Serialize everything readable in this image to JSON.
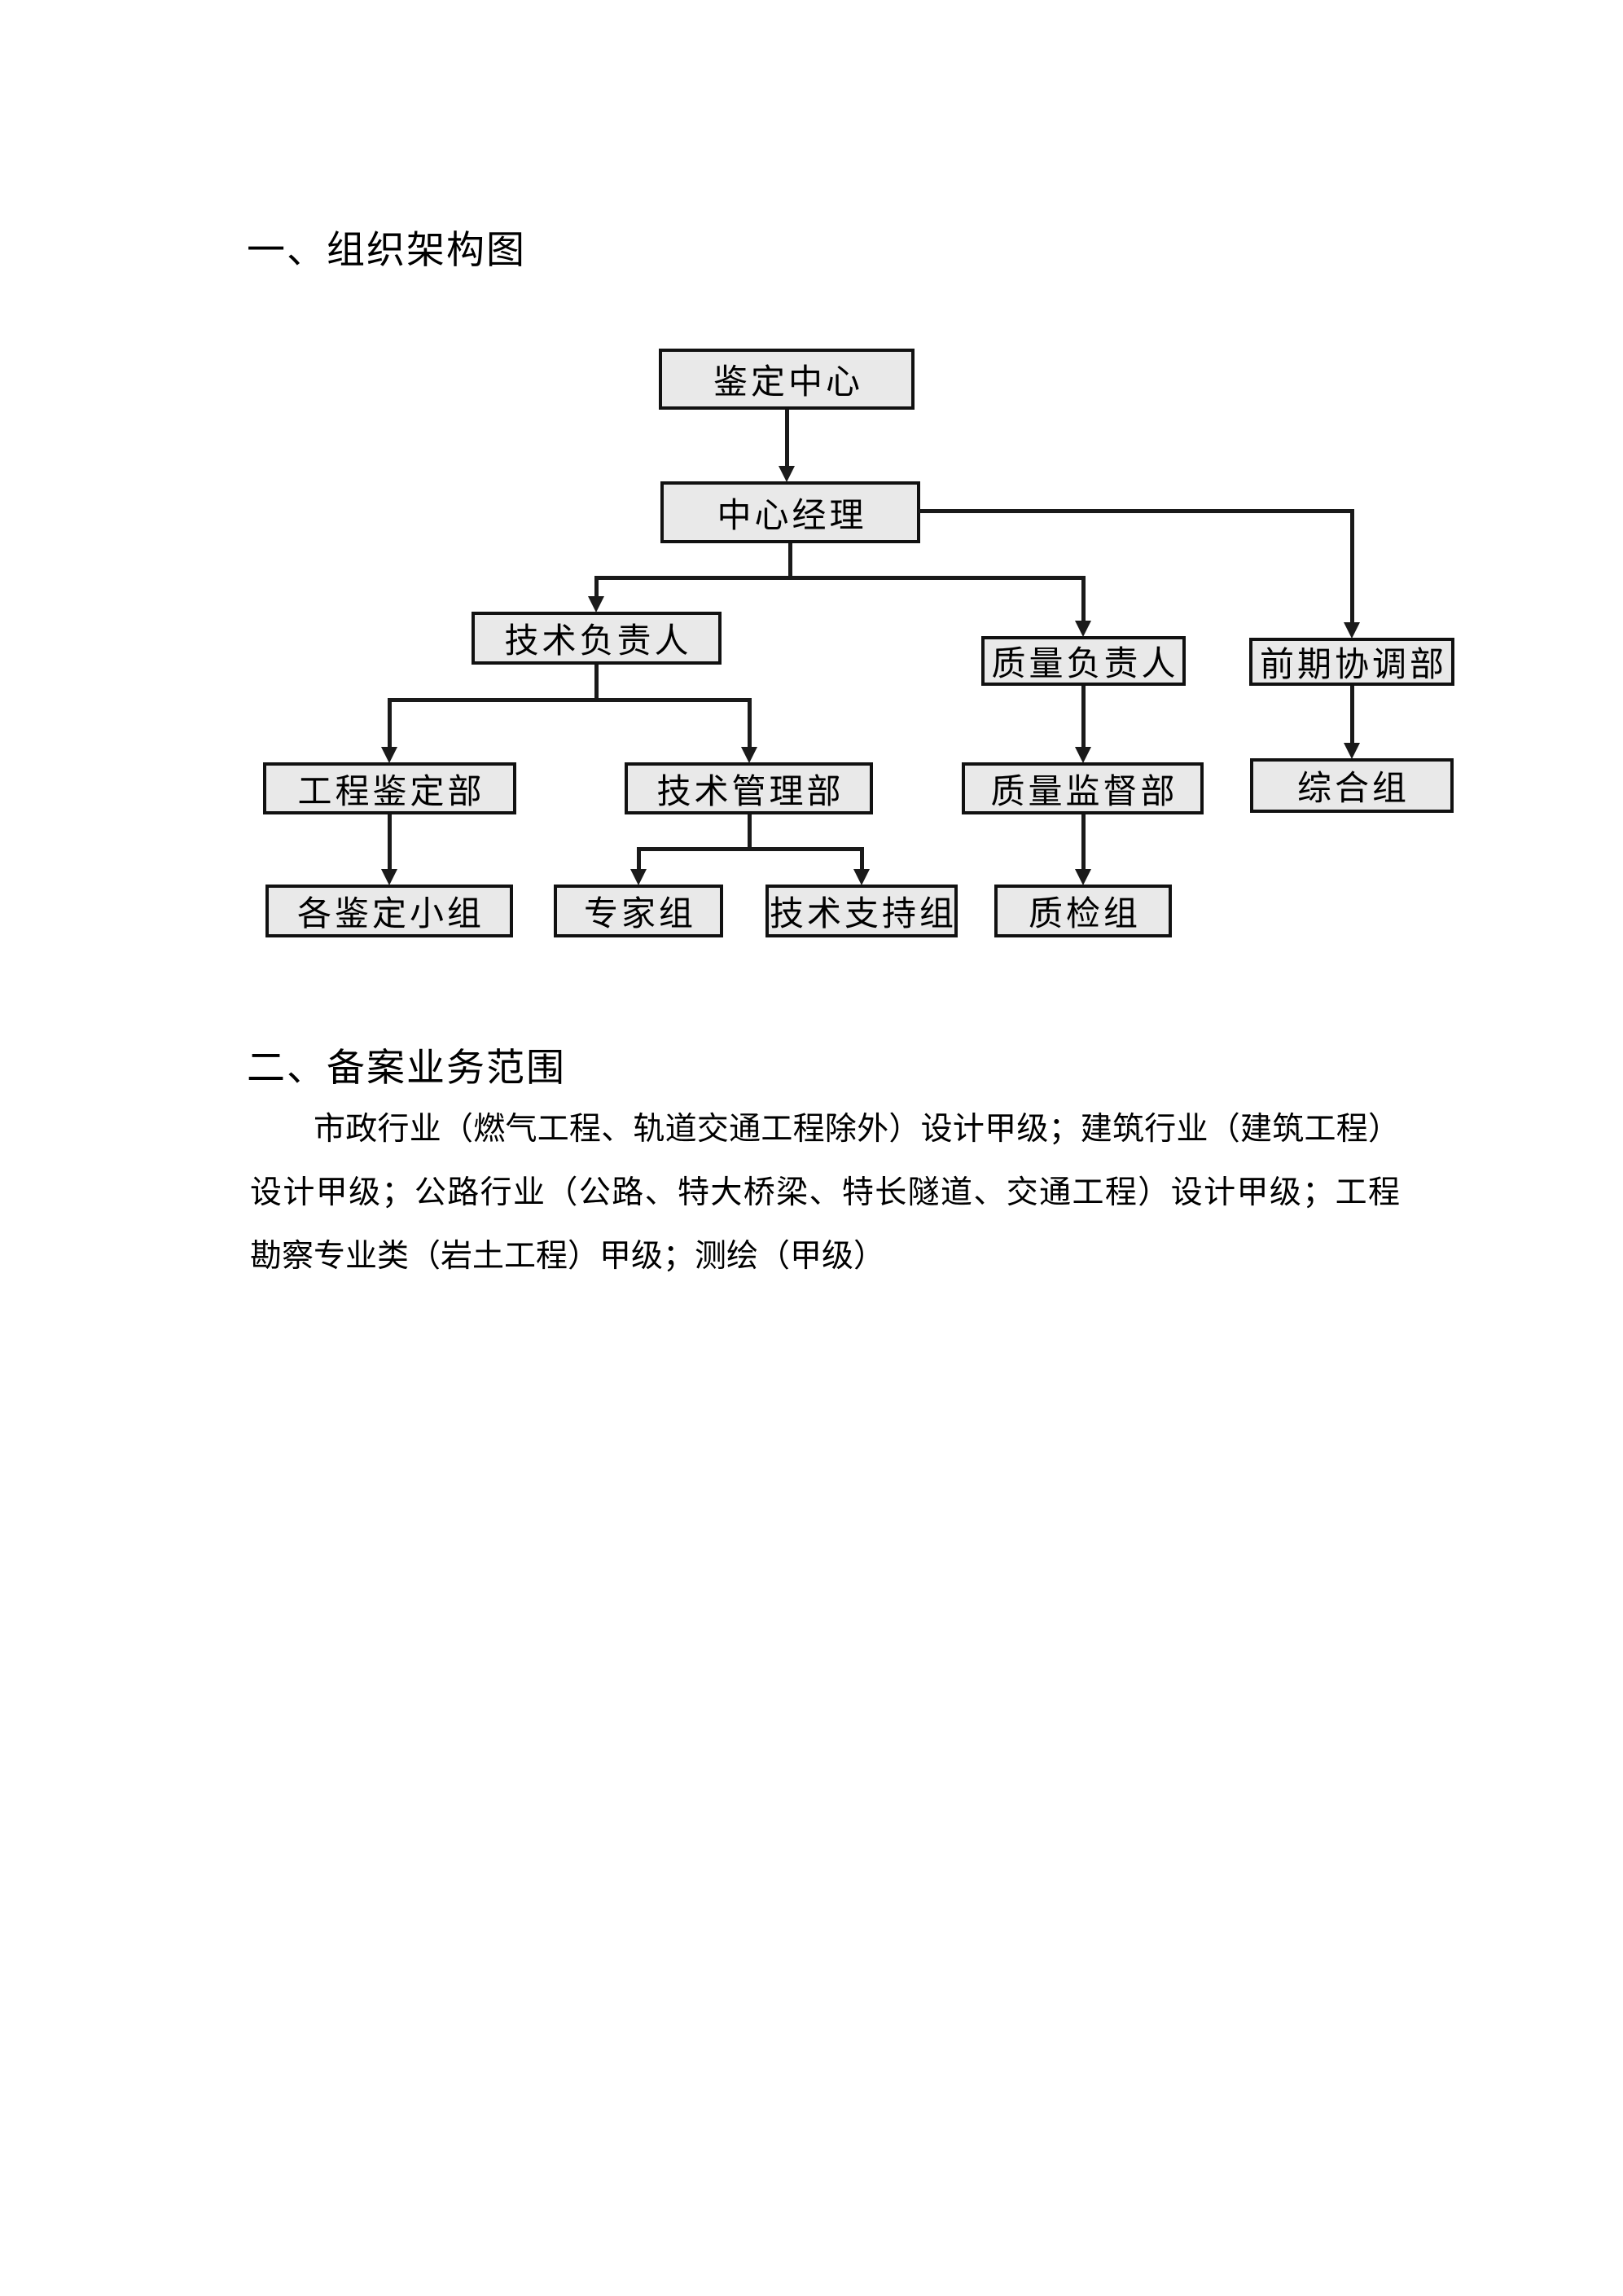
{
  "page": {
    "background": "#ffffff",
    "text_color": "#000000"
  },
  "section1": {
    "heading": "一、组织架构图"
  },
  "org_chart": {
    "box_fill": "#e9e9e9",
    "box_border": "#111111",
    "line_color": "#1a1a1a",
    "nodes": [
      {
        "id": "appraisal-center",
        "label": "鉴定中心"
      },
      {
        "id": "center-manager",
        "label": "中心经理"
      },
      {
        "id": "technical-director",
        "label": "技术负责人"
      },
      {
        "id": "quality-director",
        "label": "质量负责人"
      },
      {
        "id": "preliminary-coordination-dept",
        "label": "前期协调部"
      },
      {
        "id": "engineering-appraisal-dept",
        "label": "工程鉴定部"
      },
      {
        "id": "technical-management-dept",
        "label": "技术管理部"
      },
      {
        "id": "quality-supervision-dept",
        "label": "质量监督部"
      },
      {
        "id": "general-group",
        "label": "综合组"
      },
      {
        "id": "appraisal-teams",
        "label": "各鉴定小组"
      },
      {
        "id": "expert-group",
        "label": "专家组"
      },
      {
        "id": "technical-support-group",
        "label": "技术支持组"
      },
      {
        "id": "quality-inspection-group",
        "label": "质检组"
      }
    ],
    "edges": [
      {
        "from": "appraisal-center",
        "to": "center-manager"
      },
      {
        "from": "center-manager",
        "to": "technical-director"
      },
      {
        "from": "center-manager",
        "to": "quality-director"
      },
      {
        "from": "center-manager",
        "to": "preliminary-coordination-dept"
      },
      {
        "from": "technical-director",
        "to": "engineering-appraisal-dept"
      },
      {
        "from": "technical-director",
        "to": "technical-management-dept"
      },
      {
        "from": "quality-director",
        "to": "quality-supervision-dept"
      },
      {
        "from": "preliminary-coordination-dept",
        "to": "general-group"
      },
      {
        "from": "engineering-appraisal-dept",
        "to": "appraisal-teams"
      },
      {
        "from": "technical-management-dept",
        "to": "expert-group"
      },
      {
        "from": "technical-management-dept",
        "to": "technical-support-group"
      },
      {
        "from": "quality-supervision-dept",
        "to": "quality-inspection-group"
      }
    ]
  },
  "section2": {
    "heading": "二、备案业务范围",
    "paragraph_lines": [
      "市政行业（燃气工程、轨道交通工程除外）设计甲级；建筑行业（建筑工程）",
      "设计甲级；公路行业（公路、特大桥梁、特长隧道、交通工程）设计甲级；工程",
      "勘察专业类（岩土工程）甲级；测绘（甲级）"
    ]
  }
}
